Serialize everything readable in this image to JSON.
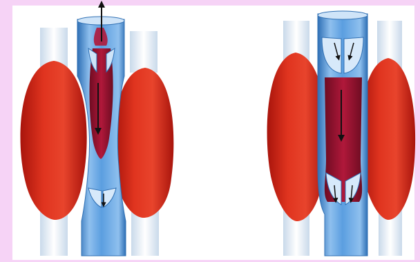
{
  "colors": {
    "frame_border": "#f6d3f6",
    "background": "#ffffff",
    "muscle": "#d4261a",
    "muscle_dark": "#a8140c",
    "tendon": "#eef4fb",
    "vein_wall": "#4a8fd2",
    "vein_lumen": "#2f6fb3",
    "blood": "#9b1230",
    "arrow": "#111111"
  },
  "panels": [
    {
      "id": "contracted",
      "state": "muscles contracted, upper valve open, lower valve closed"
    },
    {
      "id": "relaxed",
      "state": "muscles relaxed, upper valve closed, lower valve open"
    }
  ],
  "icons": {
    "flow_arrow": "arrow-up-icon",
    "valve_arrow": "arrow-down-icon"
  }
}
